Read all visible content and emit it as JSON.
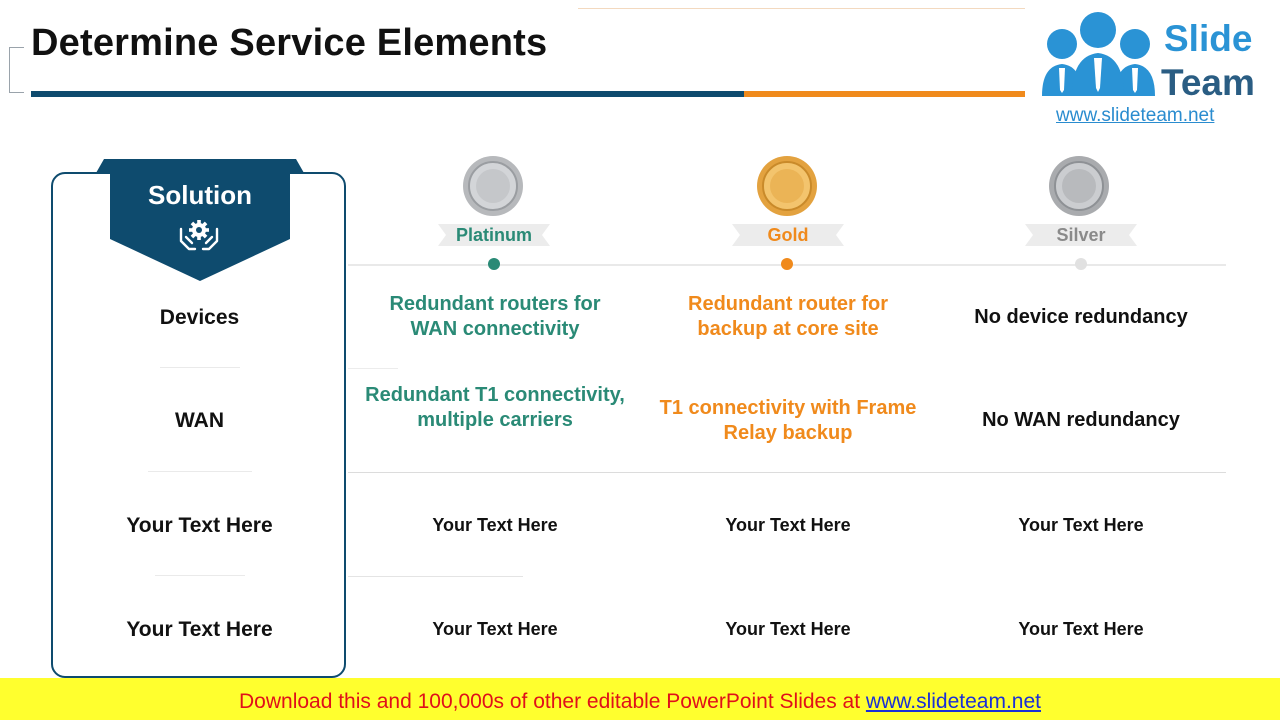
{
  "slide": {
    "title": "Determine Service Elements"
  },
  "logo": {
    "word1": "Slide",
    "word2": "Team",
    "url": "www.slideteam.net"
  },
  "solution": {
    "title": "Solution",
    "icon": "hands-gear-icon"
  },
  "tiers": [
    {
      "name": "Platinum",
      "color": "#2a8a76",
      "medal": "platinum-medal-icon"
    },
    {
      "name": "Gold",
      "color": "#f08a1c",
      "medal": "gold-medal-icon"
    },
    {
      "name": "Silver",
      "color": "#8a8a8a",
      "medal": "silver-medal-icon"
    }
  ],
  "rows": [
    {
      "label": "Devices",
      "cells": [
        "Redundant routers for WAN connectivity",
        "Redundant router for backup at core site",
        "No device redundancy"
      ]
    },
    {
      "label": "WAN",
      "cells": [
        "Redundant T1 connectivity, multiple carriers",
        "T1 connectivity with Frame Relay backup",
        "No WAN redundancy"
      ]
    },
    {
      "label": "Your Text Here",
      "cells": [
        "Your Text Here",
        "Your Text Here",
        "Your Text Here"
      ]
    },
    {
      "label": "Your Text Here",
      "cells": [
        "Your Text Here",
        "Your Text Here",
        "Your Text Here"
      ]
    }
  ],
  "footer": {
    "text": "Download this and 100,000s of other editable PowerPoint Slides at ",
    "link": "www.slideteam.net"
  },
  "colors": {
    "navy": "#0e4b6e",
    "orange": "#f08a1c",
    "teal": "#2a8a76",
    "footer_bg": "#ffff2e",
    "footer_text": "#e0101a"
  }
}
